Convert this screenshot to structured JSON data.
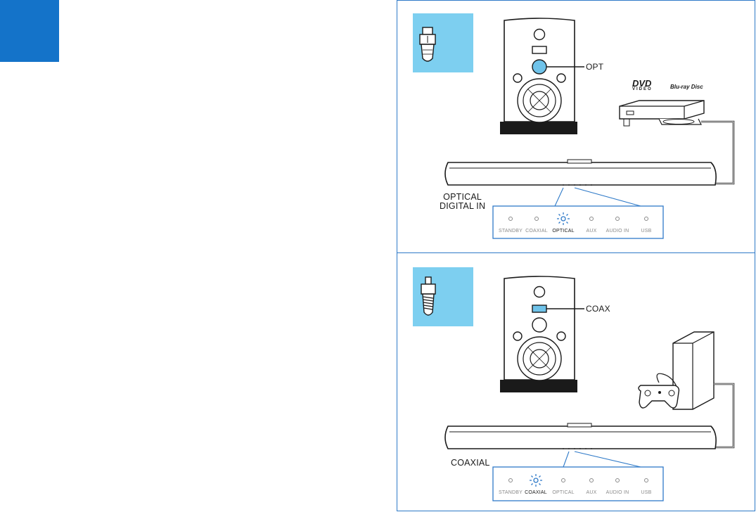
{
  "colors": {
    "accent_blue": "#1473c9",
    "frame_blue": "#2f7ac8",
    "cable_tile": "#7dcff0",
    "port_highlight": "#6fc3ea",
    "line_dark": "#1a1a1a"
  },
  "panels": [
    {
      "id": "optical",
      "connector_icon": "optical-connector-icon",
      "port_label": "OPT",
      "input_label_line1": "OPTICAL",
      "input_label_line2": "DIGITAL IN",
      "source_device": "dvd-bluray-player-icon",
      "source_logos": {
        "dvd": "DVD",
        "dvd_sub": "VIDEO",
        "bluray": "Blu-ray Disc"
      },
      "indicators": [
        "STANDBY",
        "COAXIAL",
        "OPTICAL",
        "AUX",
        "AUDIO IN",
        "USB"
      ],
      "active_indicator": "OPTICAL"
    },
    {
      "id": "coaxial",
      "connector_icon": "coaxial-connector-icon",
      "port_label": "COAX",
      "input_label_line1": "COAXIAL",
      "input_label_line2": "",
      "source_device": "game-console-icon",
      "indicators": [
        "STANDBY",
        "COAXIAL",
        "OPTICAL",
        "AUX",
        "AUDIO IN",
        "USB"
      ],
      "active_indicator": "COAXIAL"
    }
  ]
}
